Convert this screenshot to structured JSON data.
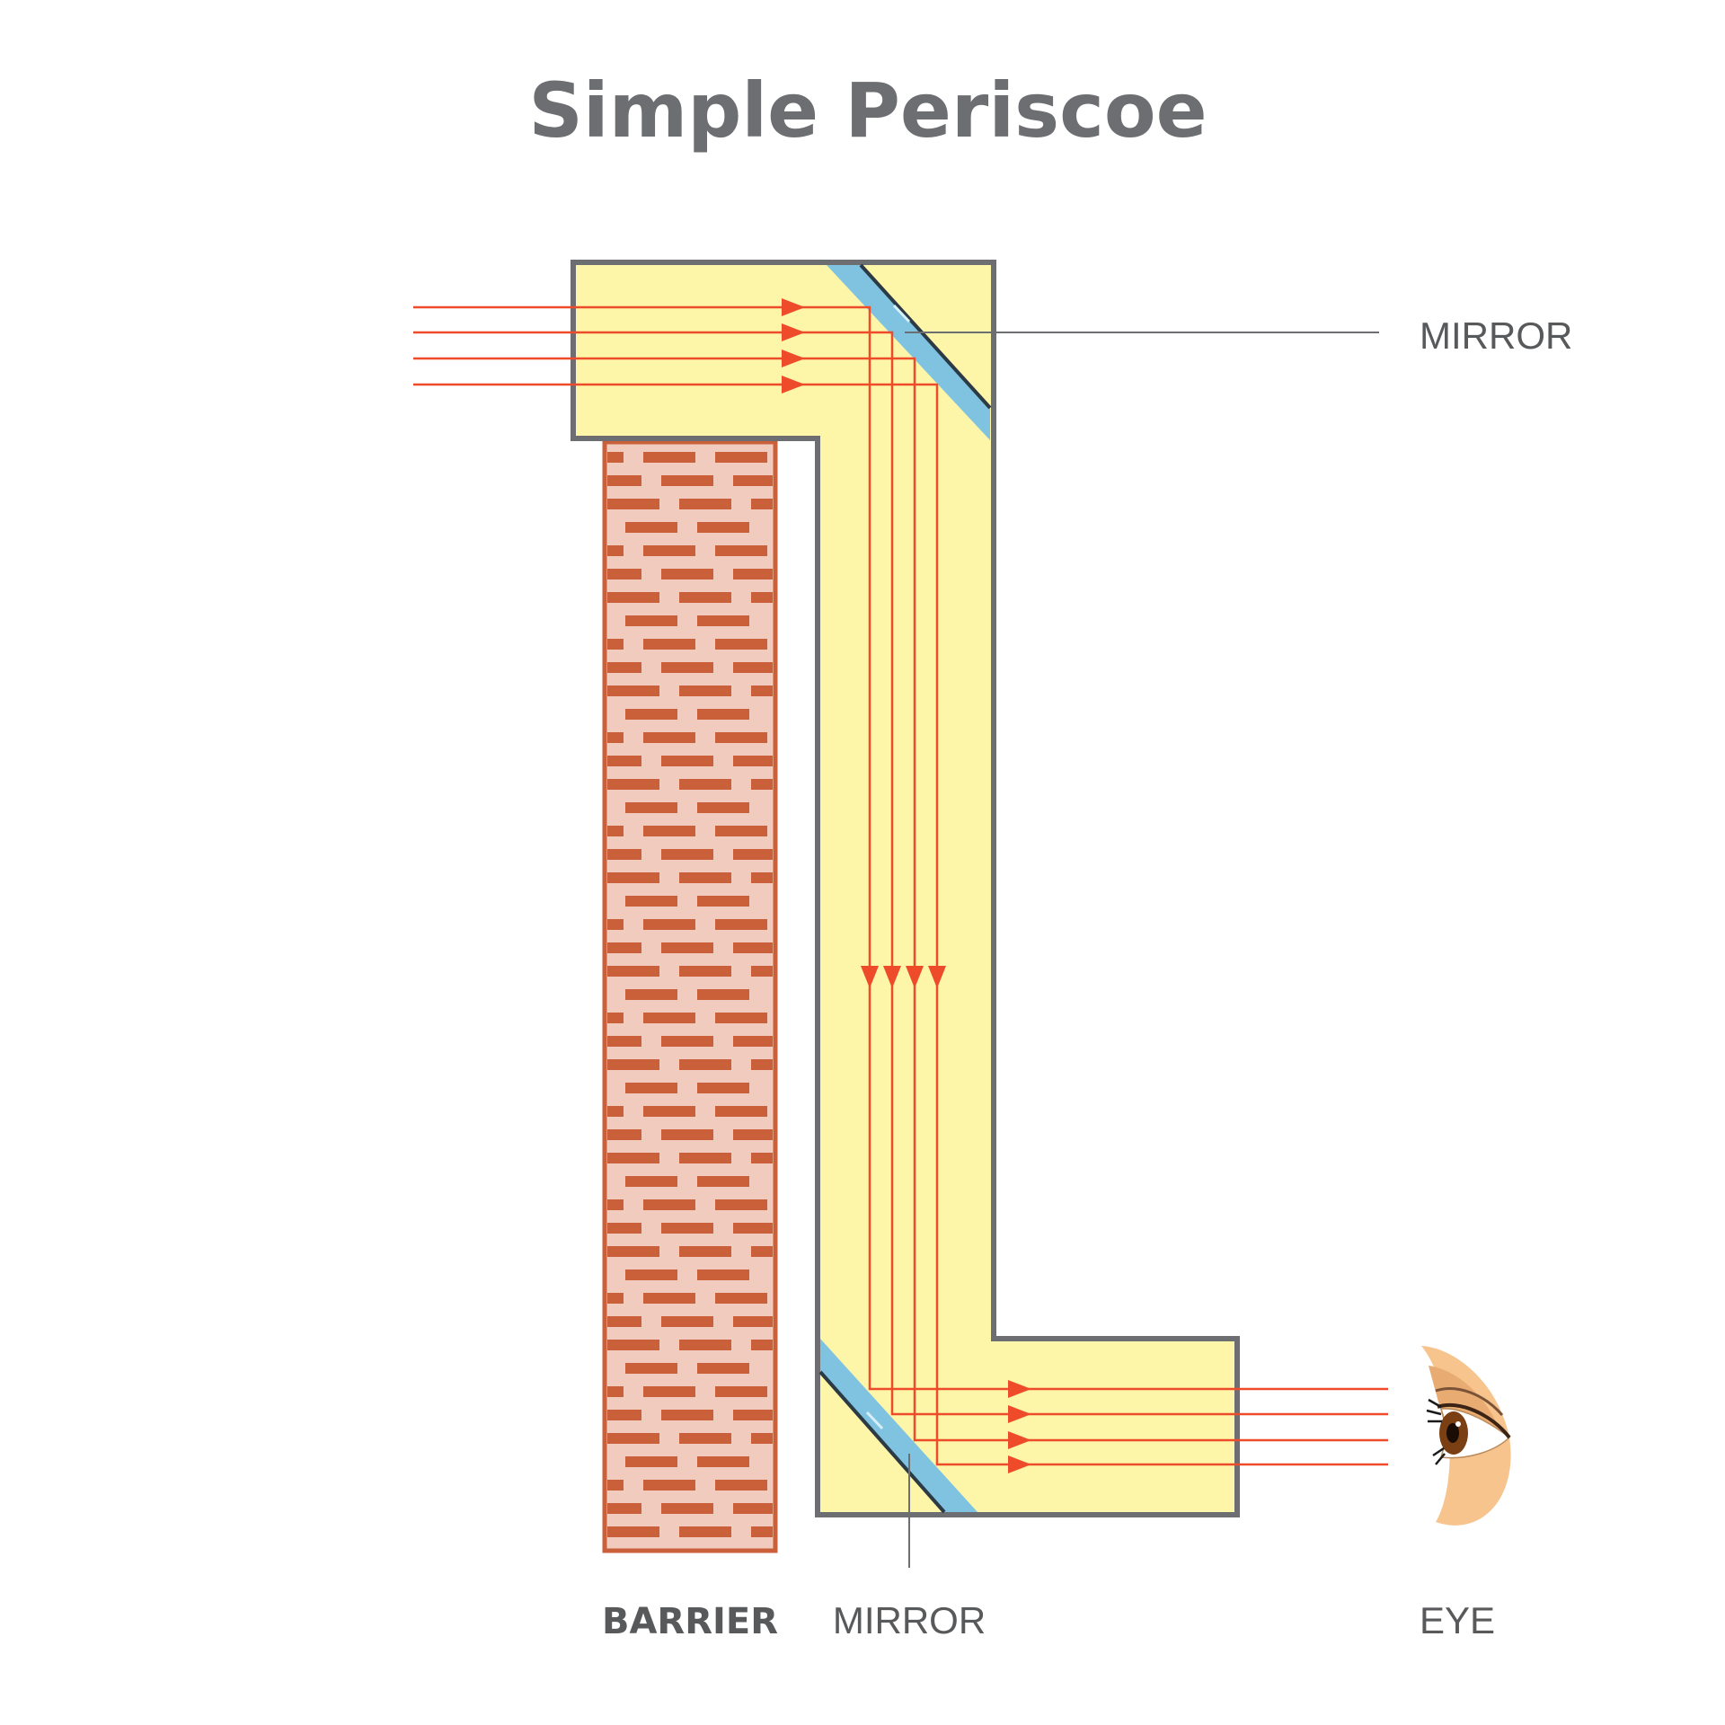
{
  "title": "Simple Periscoe",
  "labels": {
    "mirror_top": "MIRROR",
    "mirror_bottom": "MIRROR",
    "barrier": "BARRIER",
    "eye": "EYE"
  },
  "colors": {
    "tube_fill": "#fdf6a8",
    "tube_stroke": "#6d6e71",
    "mirror": "#7fc3e0",
    "ray": "#ee4b2b",
    "brick_mortar": "#f1cbbd",
    "brick": "#c9603a",
    "skin": "#f7c48e",
    "iris": "#7a3f12"
  },
  "icons": {
    "eye": "eye-icon",
    "barrier": "brick-wall-icon"
  }
}
